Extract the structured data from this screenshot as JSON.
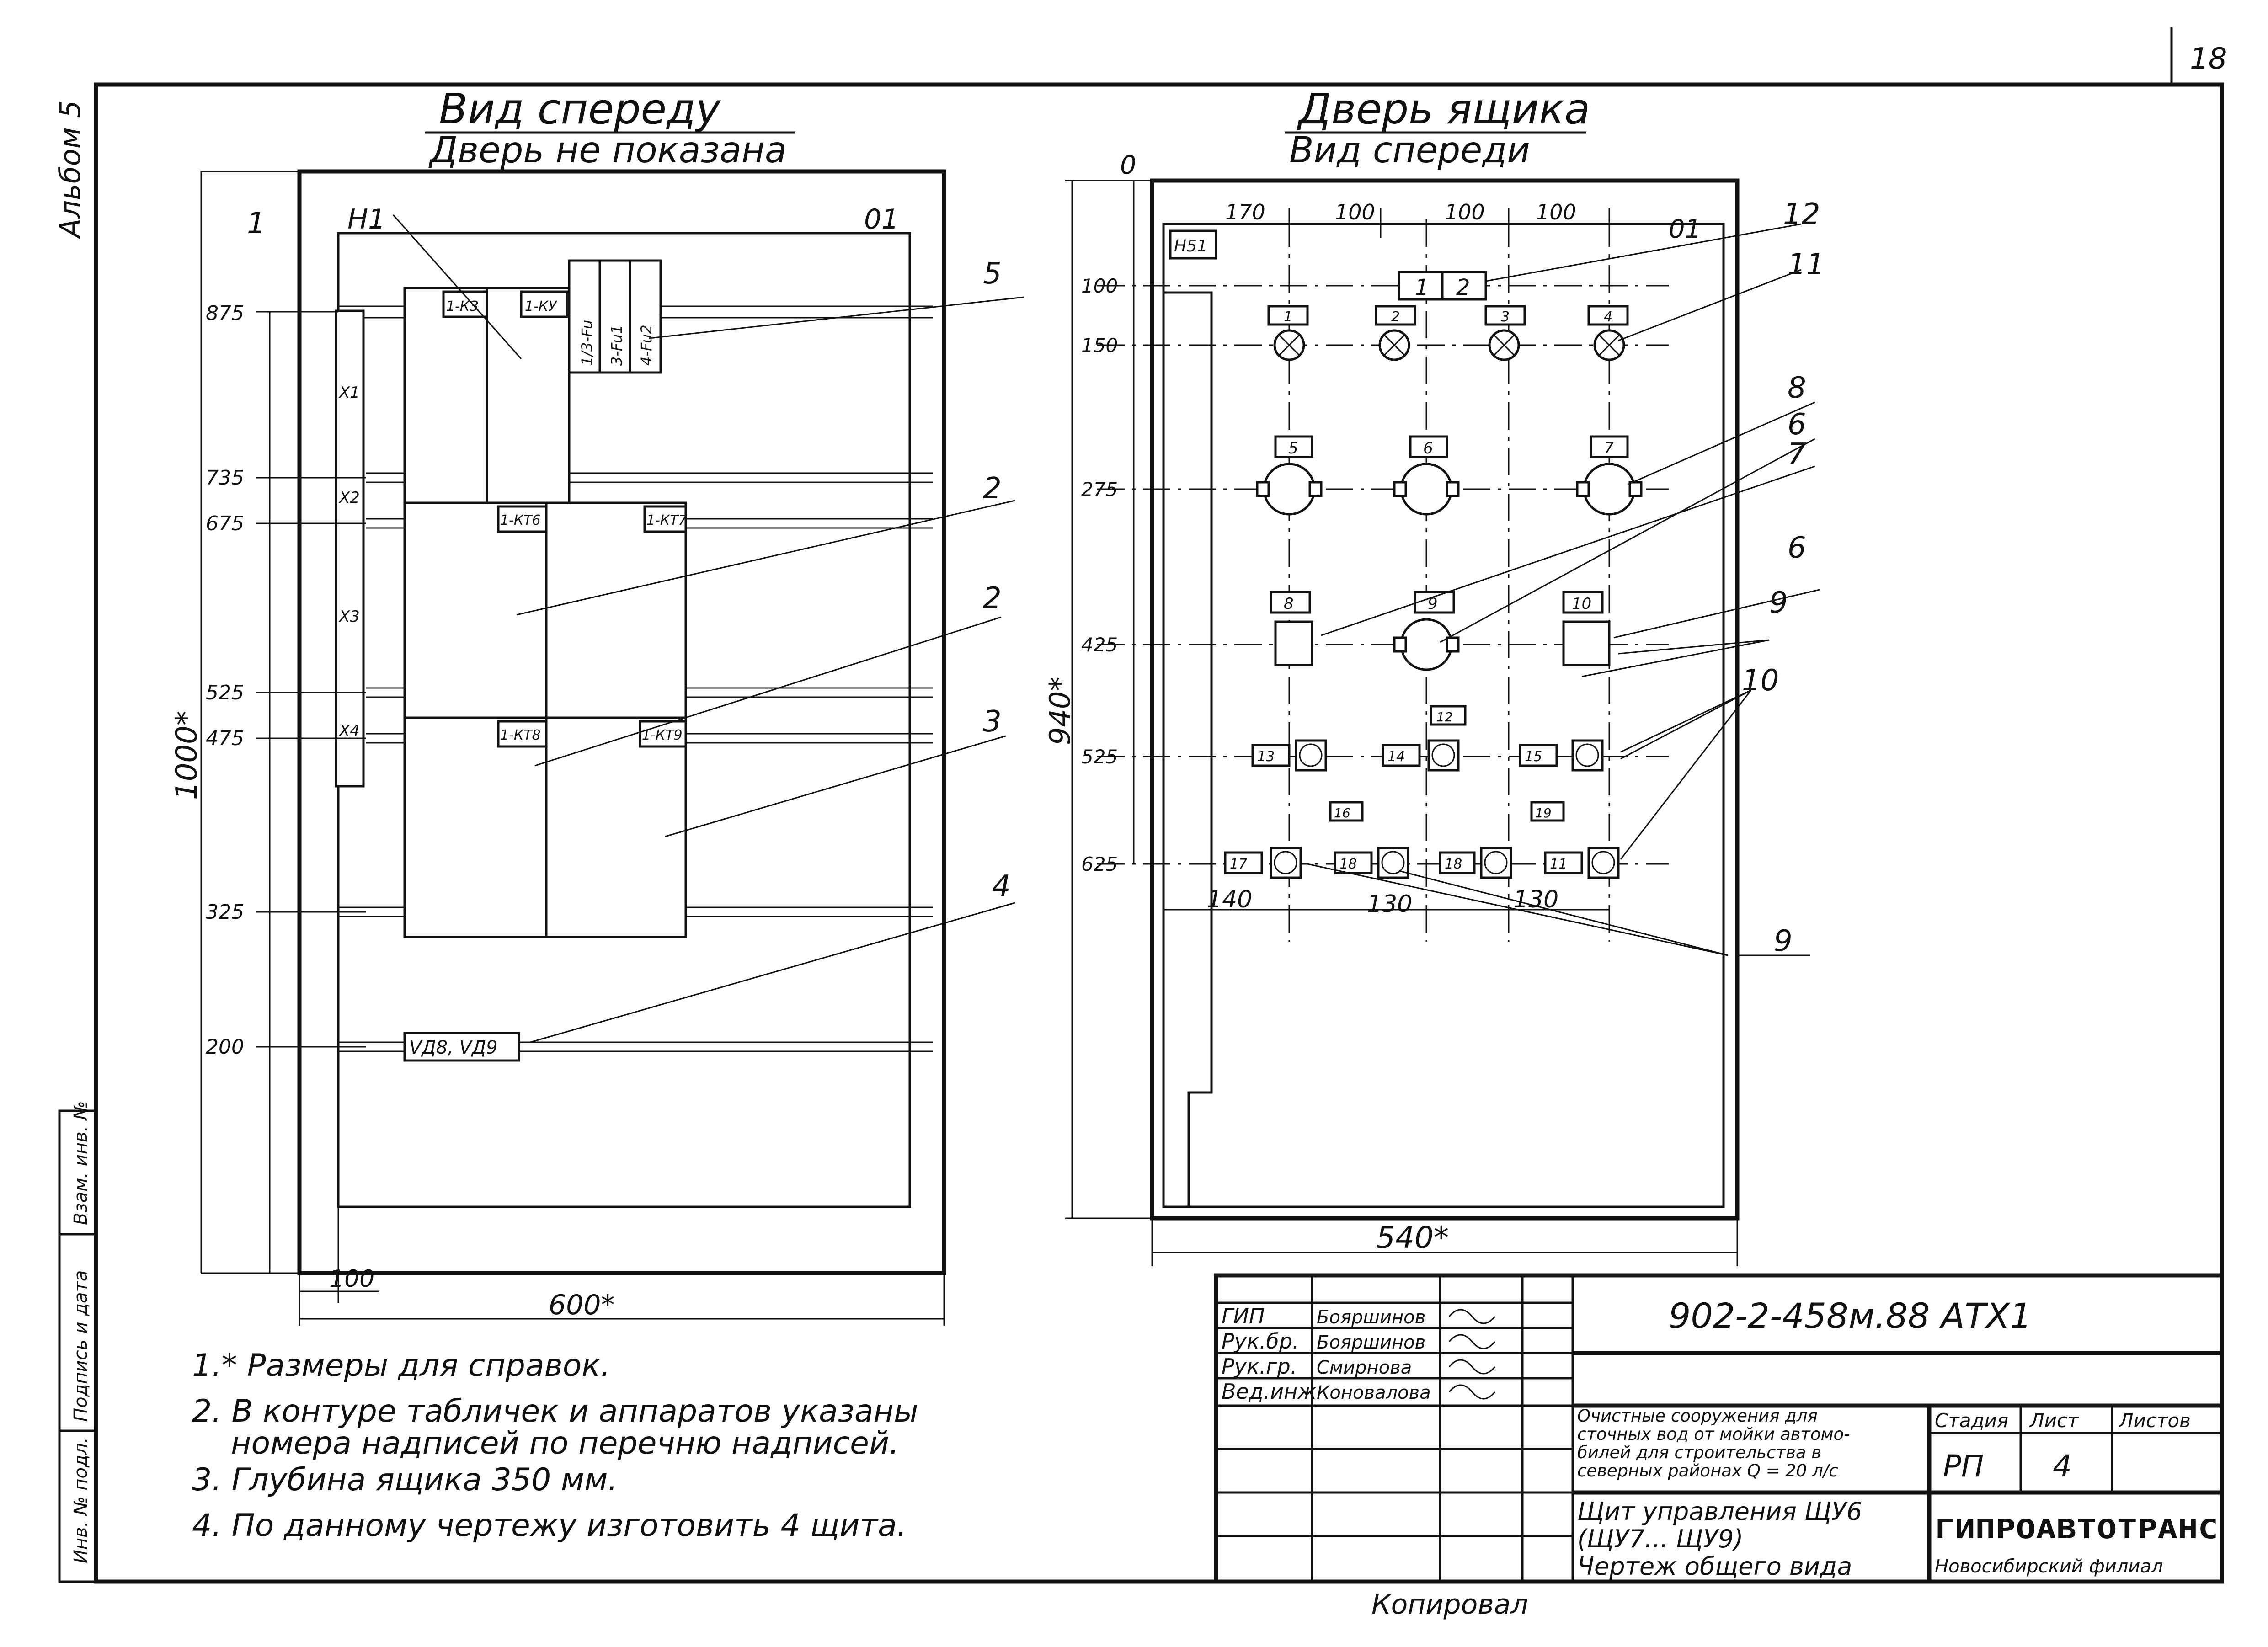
{
  "page_number": "18",
  "album_label": "Альбом 5",
  "front_view": {
    "title": "Вид спереду",
    "subtitle": "Дверь не показана",
    "corner_left": "Н1",
    "corner_right": "01",
    "dims_y": [
      "875",
      "735",
      "675",
      "525",
      "475",
      "325",
      "200"
    ],
    "overall_height": "1000*",
    "overall_width": "600*",
    "bottom_offset": "100",
    "terminals": [
      "Х1",
      "Х2",
      "Х3",
      "Х4"
    ],
    "labels": [
      "1-КЗ",
      "1-КУ",
      "1/3-Fu",
      "3-Fu1",
      "4-Fu2",
      "1-КТ6",
      "1-КТ7",
      "1-КТ8",
      "1-КТ9",
      "VД8, VД9"
    ],
    "callouts": [
      "1",
      "2",
      "2",
      "3",
      "4",
      "5"
    ]
  },
  "door_view": {
    "title": "Дверь ящика",
    "subtitle": "Вид спереди",
    "origin": "0",
    "corner_left": "Н51",
    "corner_right": "01",
    "top_dims": [
      "170",
      "100",
      "100",
      "100"
    ],
    "dims_y": [
      "100",
      "150",
      "275",
      "425",
      "525",
      "625"
    ],
    "overall_height": "940*",
    "overall_width": "540*",
    "bottom_dims": [
      "140",
      "130",
      "130"
    ],
    "plate_numbers": [
      "1",
      "2",
      "1",
      "2",
      "3",
      "4",
      "5",
      "6",
      "7",
      "8",
      "9",
      "10",
      "11",
      "12",
      "13",
      "14",
      "15",
      "16",
      "17",
      "18",
      "19",
      "18"
    ],
    "callouts": [
      "12",
      "11",
      "8",
      "6",
      "7",
      "6",
      "9",
      "10",
      "9"
    ]
  },
  "notes": [
    "1.* Размеры для справок.",
    "2. В контуре табличек и аппаратов указаны",
    "номера надписей по перечню надписей.",
    "3. Глубина ящика 350 мм.",
    "4. По данному чертежу изготовить 4 щита."
  ],
  "side_stamp": [
    "Инв. № подл.",
    "Подпись и дата",
    "Взам. инв. №"
  ],
  "title_block": {
    "code": "902-2-458м.88 АТХ1",
    "roles": [
      "ГИП",
      "Рук.бр.",
      "Рук.гр.",
      "Вед.инж"
    ],
    "names": [
      "Бояршинов",
      "Бояршинов",
      "Смирнова",
      "Коновалова"
    ],
    "project_text": [
      "Очистные сооружения для",
      "сточных вод от мойки автомо-",
      "билей для строительства в",
      "северных районах Q = 20 л/с"
    ],
    "col_headers": [
      "Стадия",
      "Лист",
      "Листов"
    ],
    "stage": "РП",
    "sheet": "4",
    "drawing_title": [
      "Щит управления ЩУ6",
      "(ЩУ7... ЩУ9)",
      "Чертеж общего вида"
    ],
    "org": "ГИПРОАВТОТРАНС",
    "branch": "Новосибирский филиал"
  },
  "copied": "Копировал"
}
